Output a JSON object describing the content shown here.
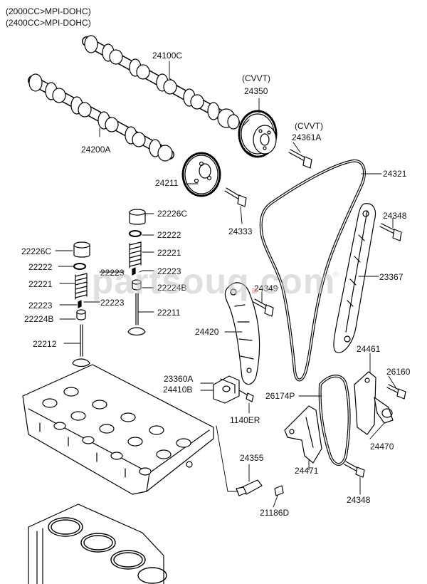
{
  "header": {
    "line1": "(2000CC>MPI-DOHC)",
    "line2": "(2400CC>MPI-DOHC)"
  },
  "watermark": {
    "text_before": "partsouq",
    "dot": ".",
    "text_after": "com",
    "registered": "®"
  },
  "parts": {
    "camshaft_exhaust": "24100C",
    "cvvt_label_1": "(CVVT)",
    "cvvt_sprocket": "24350",
    "camshaft_intake": "24200A",
    "cvvt_label_2": "(CVVT)",
    "cvvt_bolt": "24361A",
    "timing_chain": "24321",
    "cam_sprocket": "24211",
    "sprocket_bolt": "24333",
    "guide_bolt_upper": "24348",
    "tappet_1": "22226C",
    "retainer_1": "22222",
    "valve_spring_1": "22221",
    "tappet_2": "22226C",
    "retainer_2": "22222",
    "valve_spring_2": "22221",
    "cotter_1": "22223",
    "seal_1": "22224B",
    "cotter_2": "22223",
    "seal_2": "22224B",
    "valve_1": "22211",
    "valve_2": "22212",
    "chain_guide": "23367",
    "lever_bolt": "24349",
    "tensioner_lever": "24420",
    "crank_sprocket": "23360A",
    "tensioner_assy": "24410B",
    "tensioner_bolt": "1140ER",
    "oil_pump_chain": "24461",
    "tensioner_bolt_2": "26160",
    "oil_pump_sprocket": "26174P",
    "oil_pump_tensioner": "24470",
    "oil_pump_guide": "24471",
    "guide_bolt_lower": "24348",
    "ocv": "24355",
    "ocv_plug": "21186D"
  }
}
